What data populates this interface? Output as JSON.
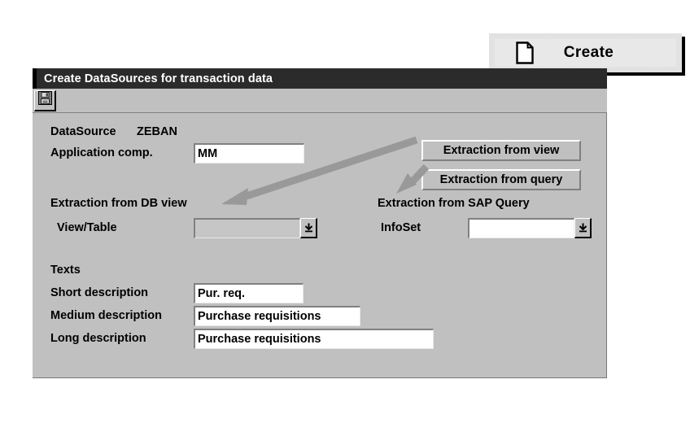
{
  "callout": {
    "label": "Create",
    "icon": "document-page-icon"
  },
  "window": {
    "title": "Create DataSources for transaction data",
    "toolbar": {
      "save_icon": "floppy-disk-save-icon",
      "save_tooltip": "Save"
    }
  },
  "form": {
    "datasource_label": "DataSource",
    "datasource_value": "ZEBAN",
    "application_comp_label": "Application comp.",
    "application_comp_value": "MM"
  },
  "buttons": {
    "extraction_from_view": "Extraction from view",
    "extraction_from_query": "Extraction from query"
  },
  "db_view": {
    "section_title": "Extraction from DB view",
    "view_table_label": "View/Table",
    "view_table_value": "",
    "view_table_enabled": false,
    "dropdown_icon": "dropdown-arrow-icon"
  },
  "sap_query": {
    "section_title": "Extraction from SAP Query",
    "infoset_label": "InfoSet",
    "infoset_value": "",
    "infoset_enabled": true,
    "dropdown_icon": "dropdown-arrow-icon"
  },
  "texts": {
    "section_title": "Texts",
    "short_label": "Short description",
    "short_value": "Pur. req.",
    "medium_label": "Medium description",
    "medium_value": "Purchase requisitions",
    "long_label": "Long description",
    "long_value": "Purchase requisitions"
  },
  "colors": {
    "panel_face": "#c0c0c0",
    "titlebar": "#2b2b2b",
    "titlebar_text": "#ffffff",
    "field_white": "#ffffff",
    "field_disabled": "#c6c6c6",
    "annotation_arrow": "#999999"
  }
}
